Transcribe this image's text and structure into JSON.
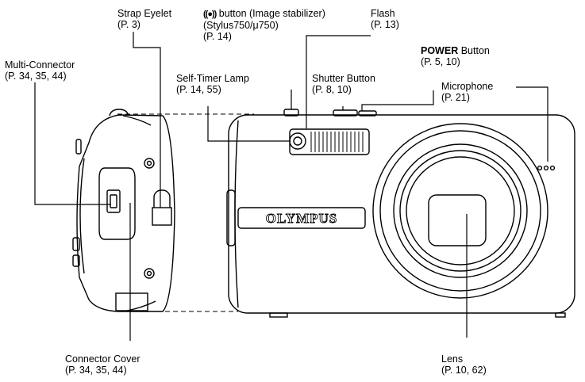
{
  "labels": {
    "strap_eyelet": {
      "name": "Strap Eyelet",
      "ref": "(P. 3)"
    },
    "stabilizer": {
      "icon": "((●))",
      "name": " button (Image stabilizer)",
      "model": "(Stylus750/μ750)",
      "ref": "(P. 14)"
    },
    "flash": {
      "name": "Flash",
      "ref": "(P. 13)"
    },
    "multi_connector": {
      "name": "Multi-Connector",
      "ref": "(P. 34, 35, 44)"
    },
    "self_timer": {
      "name": "Self-Timer Lamp",
      "ref": "(P. 14, 55)"
    },
    "shutter": {
      "name": "Shutter Button",
      "ref": "(P. 8, 10)"
    },
    "power": {
      "name_bold": "POWER",
      "name_rest": " Button",
      "ref": "(P. 5, 10)"
    },
    "microphone": {
      "name": "Microphone",
      "ref": "(P. 21)"
    },
    "connector_cover": {
      "name": "Connector Cover",
      "ref": "(P. 34, 35, 44)"
    },
    "lens": {
      "name": "Lens",
      "ref": "(P. 10, 62)"
    }
  },
  "camera": {
    "brand": "OLYMPUS"
  },
  "colors": {
    "line": "#000000",
    "body": "#ffffff"
  }
}
